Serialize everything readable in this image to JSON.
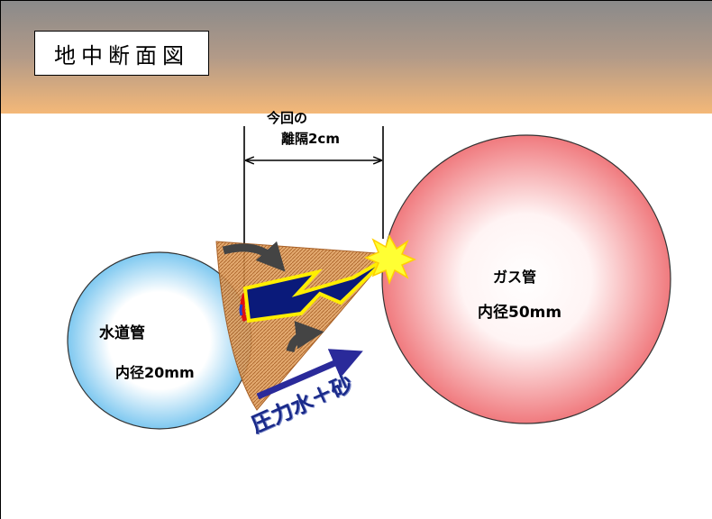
{
  "title": "地中断面図",
  "gap_label": {
    "line1": "今回の",
    "line2": "離隔2cm"
  },
  "water_pipe": {
    "name": "水道管",
    "inner_diameter": "内径20mm"
  },
  "gas_pipe": {
    "name": "ガス管",
    "inner_diameter": "内径50mm"
  },
  "jet_label": "圧力水＋砂",
  "colors": {
    "water_pipe_edge": "#7ec8f0",
    "gas_pipe_edge": "#f07a7e",
    "cone": "#d08030",
    "lightning": "#0a1a7a",
    "lightning_outline": "#ffee00",
    "jet_arrow": "#2a2a9a",
    "spark": "#ffff33"
  }
}
